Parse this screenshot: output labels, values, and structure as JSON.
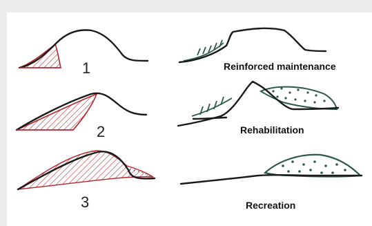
{
  "figure": {
    "left_column": {
      "panels": [
        {
          "number": "1"
        },
        {
          "number": "2"
        },
        {
          "number": "3"
        }
      ]
    },
    "right_column": {
      "panels": [
        {
          "label": "Reinforced maintenance"
        },
        {
          "label": "Rehabilitation"
        },
        {
          "label": "Recreation"
        }
      ]
    },
    "colors": {
      "outline": "#1a1a1a",
      "hatch": "#b3262e",
      "vegetation": "#2c5a44",
      "background": "#ececec",
      "panel": "#ffffff"
    }
  }
}
